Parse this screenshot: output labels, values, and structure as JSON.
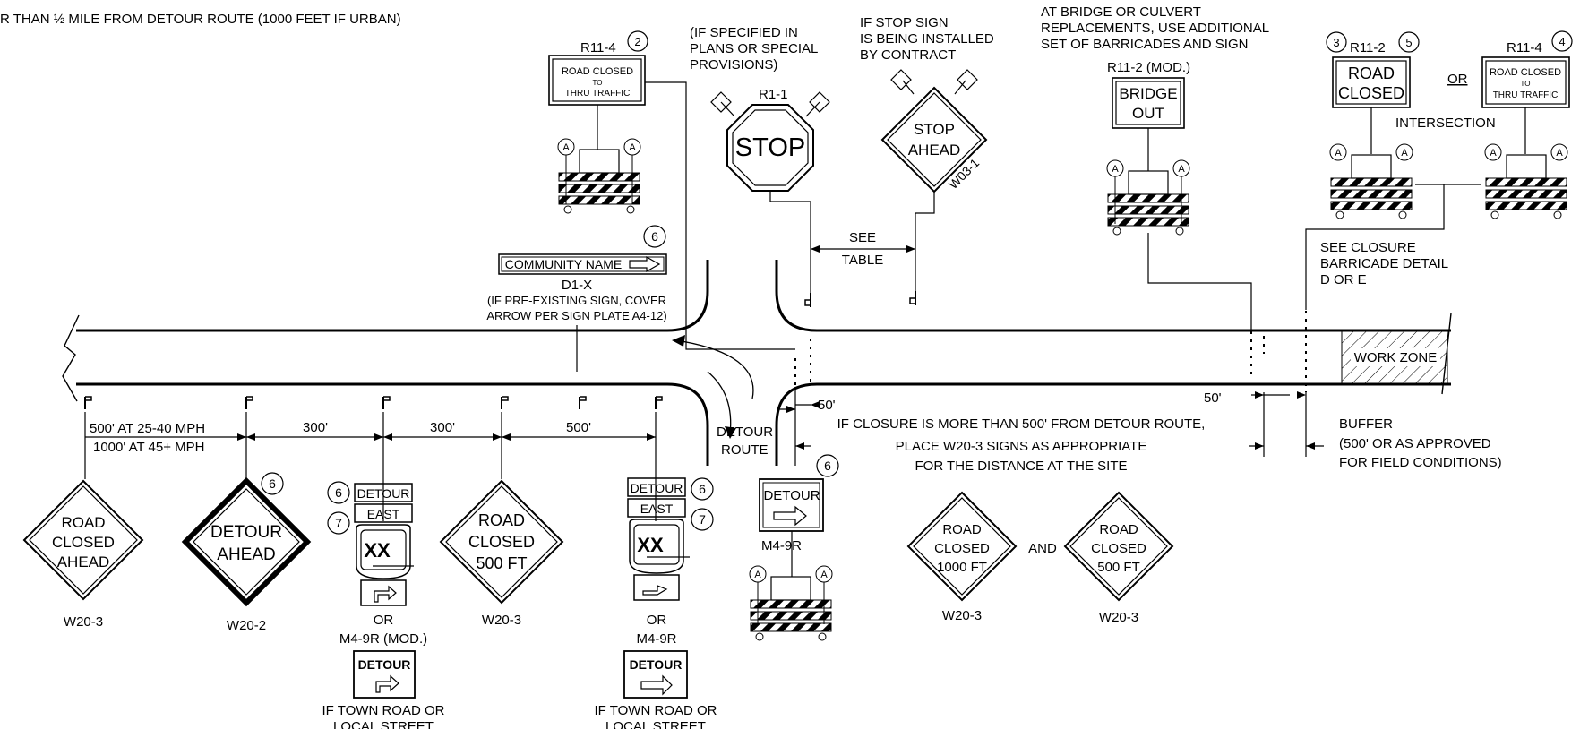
{
  "header_note": "R THAN ½ MILE FROM DETOUR ROUTE (1000 FEET IF URBAN)",
  "notes": {
    "specified": [
      "(IF SPECIFIED IN",
      "PLANS OR SPECIAL",
      "PROVISIONS)"
    ],
    "stop_sign": [
      "IF STOP SIGN",
      "IS BEING INSTALLED",
      "BY CONTRACT"
    ],
    "bridge": [
      "AT BRIDGE OR CULVERT",
      "REPLACEMENTS, USE ADDITIONAL",
      "SET OF BARRICADES AND SIGN"
    ],
    "see_table": [
      "SEE",
      "TABLE"
    ],
    "closure_detail": [
      "SEE CLOSURE",
      "BARRICADE DETAIL",
      "D OR E"
    ],
    "community_sub": [
      "(IF PRE-EXISTING SIGN, COVER",
      "ARROW PER SIGN PLATE A4-12)"
    ],
    "detour_route": [
      "DETOUR",
      "ROUTE"
    ],
    "closure_note": [
      "IF CLOSURE IS MORE THAN 500' FROM DETOUR ROUTE,",
      "PLACE W20-3 SIGNS AS APPROPRIATE",
      "FOR THE DISTANCE AT THE SITE"
    ],
    "buffer": [
      "BUFFER",
      "(500' OR AS APPROVED",
      "FOR FIELD CONDITIONS)"
    ],
    "intersection": "INTERSECTION",
    "or": "OR",
    "and": "AND",
    "town_road": [
      "IF TOWN ROAD OR",
      "LOCAL STREET"
    ]
  },
  "dimensions": {
    "d_500_25": "500' AT 25-40 MPH",
    "d_1000_45": "1000' AT 45+ MPH",
    "d300a": "300'",
    "d300b": "300'",
    "d500": "500'",
    "d50a": "50'",
    "d50b": "50'"
  },
  "signs": {
    "r11_4_left": {
      "code": "R11-4",
      "callout": "2",
      "lines": [
        "ROAD CLOSED",
        "TO",
        "THRU TRAFFIC"
      ]
    },
    "stop": {
      "code": "R1-1",
      "text": "STOP"
    },
    "stop_ahead": {
      "code": "W03-1",
      "lines": [
        "STOP",
        "AHEAD"
      ]
    },
    "bridge_out": {
      "code": "R11-2 (MOD.)",
      "lines": [
        "BRIDGE",
        "OUT"
      ]
    },
    "r11_2": {
      "code": "R11-2",
      "callout_left": "3",
      "callout_right": "5",
      "lines": [
        "ROAD",
        "CLOSED"
      ]
    },
    "r11_4_right": {
      "code": "R11-4",
      "callout": "4",
      "lines": [
        "ROAD CLOSED",
        "TO",
        "THRU TRAFFIC"
      ]
    },
    "community": {
      "code": "D1-X",
      "callout": "6",
      "text": "COMMUNITY NAME"
    },
    "w20_3_a": {
      "code": "W20-3",
      "lines": [
        "ROAD",
        "CLOSED",
        "AHEAD"
      ]
    },
    "w20_2": {
      "code": "W20-2",
      "callout": "6",
      "lines": [
        "DETOUR",
        "AHEAD"
      ]
    },
    "trail_a": {
      "callout_detour": "6",
      "callout_east": "7",
      "detour": "DETOUR",
      "east": "EAST",
      "route": "XX",
      "or": "OR",
      "code": "M4-9R (MOD.)",
      "panel": "DETOUR"
    },
    "w20_3_500": {
      "code": "W20-3",
      "lines": [
        "ROAD",
        "CLOSED",
        "500 FT"
      ]
    },
    "trail_b": {
      "callout_detour": "6",
      "callout_east": "7",
      "detour": "DETOUR",
      "east": "EAST",
      "route": "XX",
      "or": "OR",
      "code": "M4-9R",
      "panel": "DETOUR"
    },
    "m4_9r": {
      "code": "M4-9R",
      "callout": "6",
      "text": "DETOUR"
    },
    "w20_3_1000": {
      "code": "W20-3",
      "lines": [
        "ROAD",
        "CLOSED",
        "1000 FT"
      ]
    },
    "w20_3_500b": {
      "code": "W20-3",
      "lines": [
        "ROAD",
        "CLOSED",
        "500 FT"
      ]
    }
  },
  "barricade_marker": "A",
  "work_zone": "WORK ZONE"
}
